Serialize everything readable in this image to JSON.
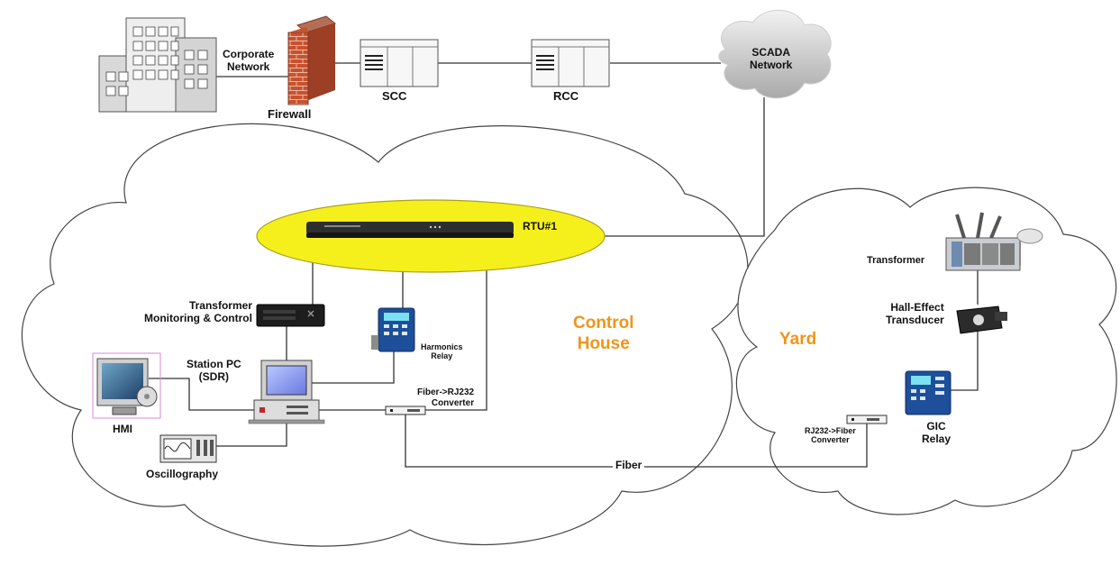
{
  "labels": {
    "corporate_network": "Corporate\nNetwork",
    "firewall": "Firewall",
    "scc": "SCC",
    "rcc": "RCC",
    "scada_network": "SCADA\nNetwork",
    "rtu": "RTU#1",
    "transformer_monitoring": "Transformer\nMonitoring & Control",
    "harmonics_relay": "Harmonics\nRelay",
    "station_pc": "Station PC\n(SDR)",
    "hmi": "HMI",
    "oscillography": "Oscillography",
    "fiber_rj232_converter": "Fiber->RJ232\nConverter",
    "fiber": "Fiber",
    "transformer": "Transformer",
    "hall_effect_transducer": "Hall-Effect\nTransducer",
    "gic_relay": "GIC\nRelay",
    "rj232_fiber_converter": "RJ232->Fiber\nConverter"
  },
  "areas": {
    "control_house": "Control\nHouse",
    "yard": "Yard"
  },
  "colors": {
    "area_label": "#f0941a",
    "rtu_ellipse": "#f5f01c",
    "firewall_brick": "#c9512e",
    "relay_blue": "#1d4f9a"
  }
}
